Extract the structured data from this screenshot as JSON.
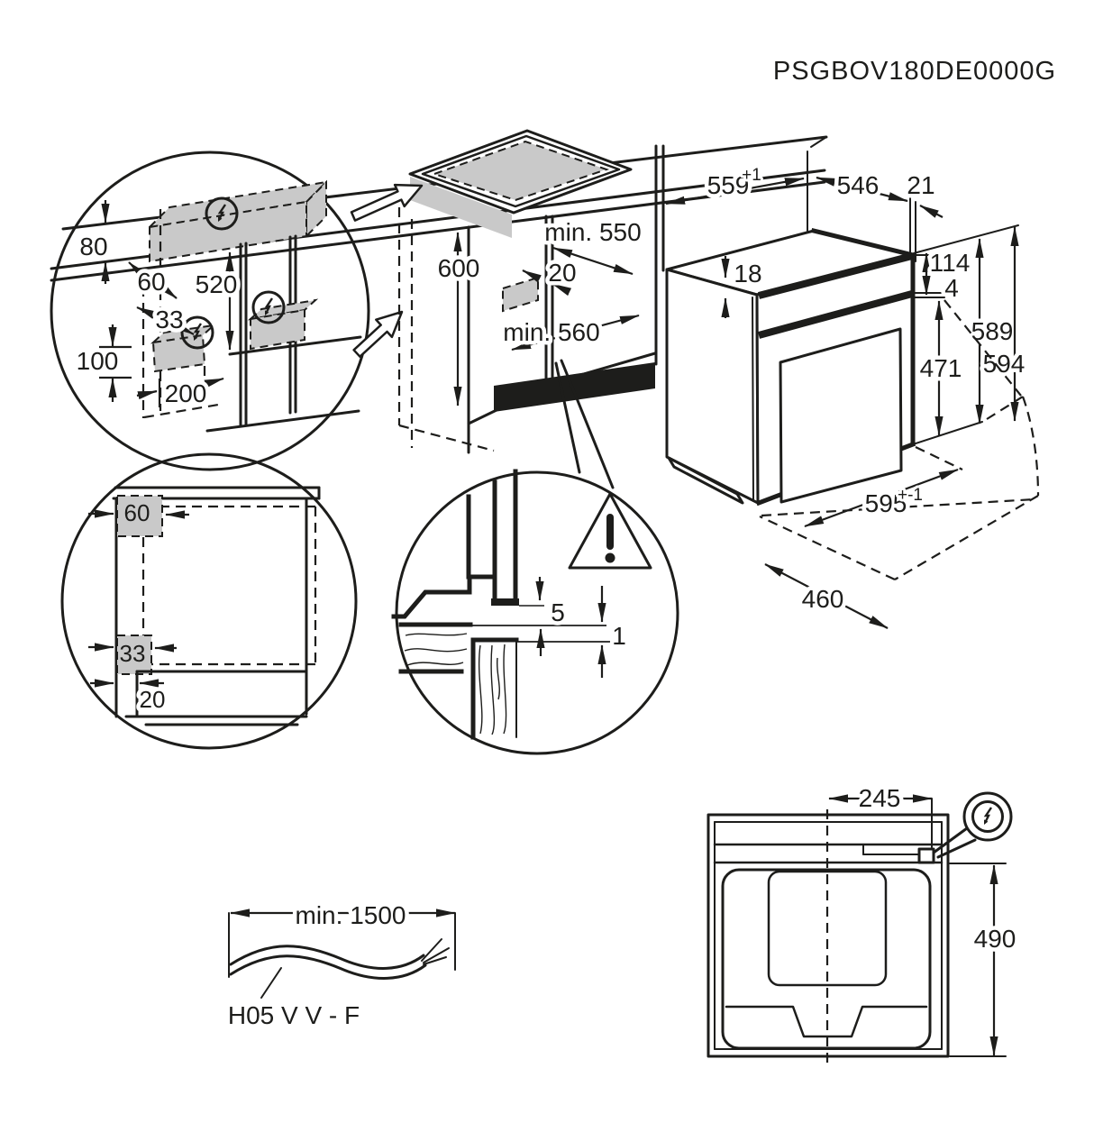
{
  "title": "PSGBOV180DE0000G",
  "colors": {
    "line": "#1d1d1b",
    "zone": "#c9c9c9"
  },
  "connection_detail": {
    "d80": "80",
    "d60": "60",
    "d520": "520",
    "d33": "33",
    "d100": "100",
    "d200": "200"
  },
  "niche": {
    "d600": "600",
    "dmin550": "min. 550",
    "d20": "20",
    "dmin560": "min. 560"
  },
  "oven": {
    "d559": "559",
    "d559_tol": "+1",
    "d546": "546",
    "d21": "21",
    "d18": "18",
    "d114": "114",
    "d4": "4",
    "d471": "471",
    "d589": "589",
    "d594": "594",
    "d595": "595",
    "d595_tol": "+-1",
    "d460": "460"
  },
  "cabinet_side": {
    "d60": "60",
    "d33": "33",
    "d20": "20"
  },
  "gap_detail": {
    "d5": "5",
    "d1": "1"
  },
  "cable": {
    "min_length": "min. 1500",
    "type": "H05 V V - F"
  },
  "top_view": {
    "d245": "245",
    "d490": "490"
  }
}
